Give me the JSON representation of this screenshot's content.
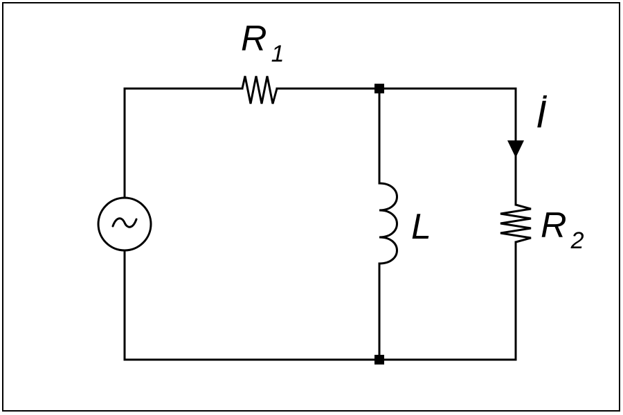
{
  "components": {
    "r1": {
      "symbol": "R",
      "subscript": "1"
    },
    "r2": {
      "symbol": "R",
      "subscript": "2"
    },
    "inductor": {
      "symbol": "L"
    },
    "current": {
      "symbol": "İ"
    },
    "source": {
      "symbol": "~"
    }
  },
  "colors": {
    "stroke": "#000000",
    "background": "#ffffff"
  }
}
